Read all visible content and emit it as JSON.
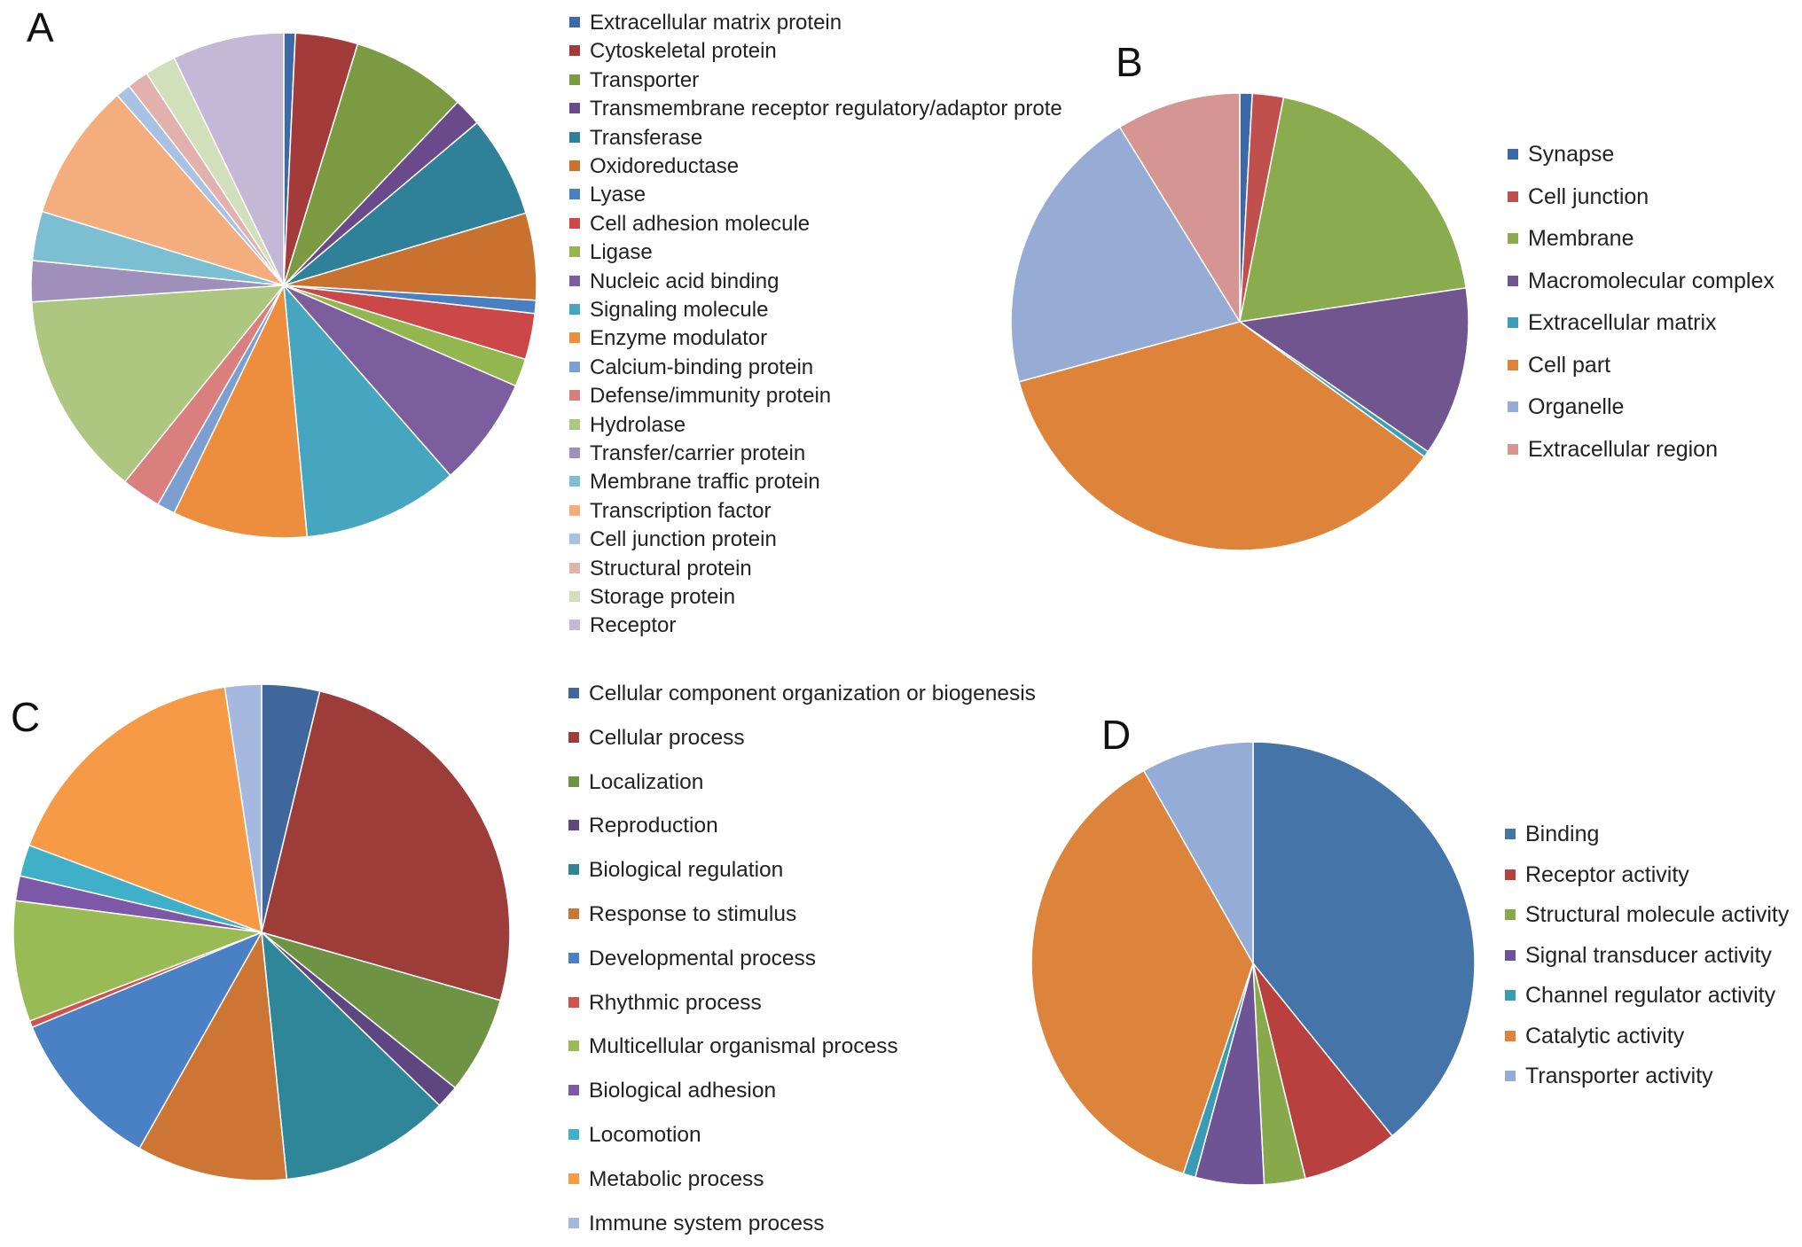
{
  "panels": {
    "A": {
      "letter": "A"
    },
    "B": {
      "letter": "B"
    },
    "C": {
      "letter": "C"
    },
    "D": {
      "letter": "D"
    }
  },
  "chart_data": [
    {
      "panel": "A",
      "type": "pie",
      "start": "12 o'clock",
      "direction": "clockwise",
      "legend_position": "right",
      "slices": [
        {
          "label": "Extracellular matrix protein",
          "value": 0.7,
          "color": "#3c6aa8"
        },
        {
          "label": "Cytoskeletal protein",
          "value": 3.8,
          "color": "#a23b3a"
        },
        {
          "label": "Transporter",
          "value": 7.0,
          "color": "#7b9a42"
        },
        {
          "label": "Transmembrane receptor regulatory/adaptor prote",
          "value": 1.7,
          "color": "#6a4a8a"
        },
        {
          "label": "Transferase",
          "value": 6.2,
          "color": "#2f8199"
        },
        {
          "label": "Oxidoreductase",
          "value": 5.3,
          "color": "#c9712f"
        },
        {
          "label": "Lyase",
          "value": 0.8,
          "color": "#4a7fc1"
        },
        {
          "label": "Cell adhesion molecule",
          "value": 2.8,
          "color": "#cc4747"
        },
        {
          "label": "Ligase",
          "value": 1.7,
          "color": "#93b64e"
        },
        {
          "label": "Nucleic acid binding",
          "value": 6.7,
          "color": "#7c5e9e"
        },
        {
          "label": "Signaling molecule",
          "value": 9.5,
          "color": "#46a5bf"
        },
        {
          "label": "Enzyme modulator",
          "value": 8.2,
          "color": "#ec8e3d"
        },
        {
          "label": "Calcium-binding protein",
          "value": 1.1,
          "color": "#7c9fd2"
        },
        {
          "label": "Defense/immunity protein",
          "value": 2.4,
          "color": "#d97f7e"
        },
        {
          "label": "Hydrolase",
          "value": 12.5,
          "color": "#adc680"
        },
        {
          "label": "Transfer/carrier protein",
          "value": 2.5,
          "color": "#9f8fbb"
        },
        {
          "label": "Membrane traffic protein",
          "value": 3.0,
          "color": "#7dbfd2"
        },
        {
          "label": "Transcription factor",
          "value": 8.4,
          "color": "#f4ae7d"
        },
        {
          "label": "Cell junction protein",
          "value": 0.9,
          "color": "#a9c1e2"
        },
        {
          "label": "Structural protein",
          "value": 1.3,
          "color": "#e2b0ad"
        },
        {
          "label": "Storage protein",
          "value": 1.9,
          "color": "#d1dfbb"
        },
        {
          "label": "Receptor",
          "value": 6.8,
          "color": "#c3b9d6"
        }
      ]
    },
    {
      "panel": "B",
      "type": "pie",
      "start": "12 o'clock",
      "direction": "clockwise",
      "legend_position": "right",
      "slices": [
        {
          "label": "Synapse",
          "value": 0.8,
          "color": "#3c6aa8"
        },
        {
          "label": "Cell junction",
          "value": 2.0,
          "color": "#c0504d"
        },
        {
          "label": "Membrane",
          "value": 17.8,
          "color": "#8aac4f"
        },
        {
          "label": "Macromolecular complex",
          "value": 10.9,
          "color": "#70558f"
        },
        {
          "label": "Extracellular matrix",
          "value": 0.4,
          "color": "#3c9fb5"
        },
        {
          "label": "Cell part",
          "value": 32.5,
          "color": "#de833a"
        },
        {
          "label": "Organelle",
          "value": 18.6,
          "color": "#97acd5"
        },
        {
          "label": "Extracellular region",
          "value": 8.0,
          "color": "#d49593"
        }
      ]
    },
    {
      "panel": "C",
      "type": "pie",
      "start": "12 o'clock",
      "direction": "clockwise",
      "legend_position": "right",
      "slices": [
        {
          "label": "Cellular component organization or biogenesis",
          "value": 3.5,
          "color": "#3f679c"
        },
        {
          "label": "Cellular process",
          "value": 23.8,
          "color": "#9c3d3a"
        },
        {
          "label": "Localization",
          "value": 5.9,
          "color": "#6f9344"
        },
        {
          "label": "Reproduction",
          "value": 1.4,
          "color": "#5e4680"
        },
        {
          "label": "Biological regulation",
          "value": 10.3,
          "color": "#2f8699"
        },
        {
          "label": "Response to stimulus",
          "value": 9.1,
          "color": "#cc7534"
        },
        {
          "label": "Developmental process",
          "value": 9.8,
          "color": "#4a80c4"
        },
        {
          "label": "Rhythmic process",
          "value": 0.4,
          "color": "#d2504d"
        },
        {
          "label": "Multicellular organismal process",
          "value": 7.3,
          "color": "#99bb56"
        },
        {
          "label": "Biological adhesion",
          "value": 1.5,
          "color": "#7e58a8"
        },
        {
          "label": "Locomotion",
          "value": 1.9,
          "color": "#40b0c8"
        },
        {
          "label": "Metabolic process",
          "value": 15.7,
          "color": "#f79a45"
        },
        {
          "label": "Immune system process",
          "value": 2.2,
          "color": "#a5b8dd"
        }
      ]
    },
    {
      "panel": "D",
      "type": "pie",
      "start": "12 o'clock",
      "direction": "clockwise",
      "legend_position": "right",
      "slices": [
        {
          "label": "Binding",
          "value": 39.2,
          "color": "#4574a9"
        },
        {
          "label": "Receptor activity",
          "value": 7.0,
          "color": "#b8413f"
        },
        {
          "label": "Structural molecule activity",
          "value": 3.0,
          "color": "#88a84c"
        },
        {
          "label": "Signal transducer activity",
          "value": 5.0,
          "color": "#6e5494"
        },
        {
          "label": "Channel regulator activity",
          "value": 0.9,
          "color": "#3a9bb4"
        },
        {
          "label": "Catalytic activity",
          "value": 36.7,
          "color": "#dc843b"
        },
        {
          "label": "Transporter activity",
          "value": 8.2,
          "color": "#95acd6"
        }
      ]
    }
  ]
}
